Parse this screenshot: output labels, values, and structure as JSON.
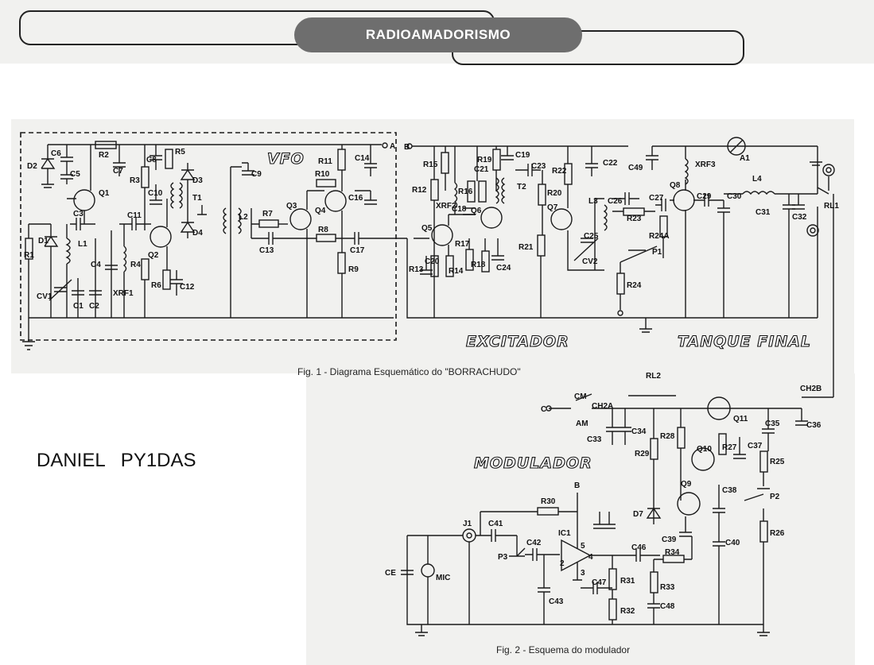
{
  "header": {
    "title": "RADIOAMADORISMO"
  },
  "signature": "DANIEL   PY1DAS",
  "fig1": {
    "caption": "Fig. 1 - Diagrama Esquemático do \"BORRACHUDO\"",
    "sections": {
      "vfo": "VFO",
      "excitador": "EXCITADOR",
      "tanque": "TANQUE FINAL"
    }
  },
  "fig2": {
    "caption": "Fig. 2 - Esquema do modulador",
    "sections": {
      "modulador": "MODULADOR"
    }
  },
  "labels": {
    "D2": "D2",
    "C6": "C6",
    "C5": "C5",
    "R2": "R2",
    "C7": "C7",
    "R3": "R3",
    "C8": "C8",
    "R5": "R5",
    "D3": "D3",
    "C9": "C9",
    "R11": "R11",
    "C14": "C14",
    "A": "A",
    "Q1": "Q1",
    "C10": "C10",
    "T1": "T1",
    "R10": "R10",
    "C16": "C16",
    "C3": "C3",
    "C11": "C11",
    "L2": "L2",
    "R7": "R7",
    "Q3": "Q3",
    "Q4": "Q4",
    "D4": "D4",
    "D1": "D1",
    "R1": "R1",
    "L1": "L1",
    "C4": "C4",
    "R4": "R4",
    "Q2": "Q2",
    "C13": "C13",
    "R8": "R8",
    "C17": "C17",
    "R9": "R9",
    "XRF1": "XRF1",
    "R6": "R6",
    "C12": "C12",
    "CV1": "CV1",
    "C1": "C1",
    "C2": "C2",
    "B": "B",
    "R15": "R15",
    "R12": "R12",
    "XRF2": "XRF2",
    "R16": "R16",
    "C21": "C21",
    "C18": "C18",
    "R19": "R19",
    "C19": "C19",
    "T2": "T2",
    "C23": "C23",
    "R22": "R22",
    "C22": "C22",
    "Q6": "Q6",
    "R20": "R20",
    "Q5": "Q5",
    "Q7": "Q7",
    "R17": "R17",
    "R13": "R13",
    "C20": "C20",
    "R14": "R14",
    "R18": "R18",
    "C24": "C24",
    "R21": "R21",
    "L3": "L3",
    "C25": "C25",
    "CV2": "CV2",
    "C26": "C26",
    "R23": "R23",
    "C27": "C27",
    "R24A": "R24A",
    "P1": "P1",
    "R24": "R24",
    "C49": "C49",
    "XRF3": "XRF3",
    "A1": "A1",
    "Q8": "Q8",
    "C29": "C29",
    "C30": "C30",
    "L4": "L4",
    "C31": "C31",
    "C32": "C32",
    "RL1": "RL1",
    "RL2": "RL2",
    "C": "C",
    "CM": "CM",
    "AM": "AM",
    "CH2A": "CH2A",
    "CH2B": "CH2B",
    "C33": "C33",
    "C34": "C34",
    "R28": "R28",
    "R29": "R29",
    "Q11": "Q11",
    "C35": "C35",
    "C36": "C36",
    "Q10": "Q10",
    "R27": "R27",
    "C37": "C37",
    "R25": "R25",
    "Q9": "Q9",
    "C38": "C38",
    "D7": "D7",
    "P2": "P2",
    "R30": "R30",
    "J1": "J1",
    "C41": "C41",
    "C42": "C42",
    "IC1": "IC1",
    "p2": "2",
    "p3": "3",
    "p4": "4",
    "p5": "5",
    "C46": "C46",
    "R34": "R34",
    "C39": "C39",
    "C40": "C40",
    "R26": "R26",
    "P3": "P3",
    "C43": "C43",
    "C47": "C47",
    "R31": "R31",
    "R33": "R33",
    "R32": "R32",
    "C48": "C48",
    "CE": "CE",
    "MIC": "MIC"
  }
}
